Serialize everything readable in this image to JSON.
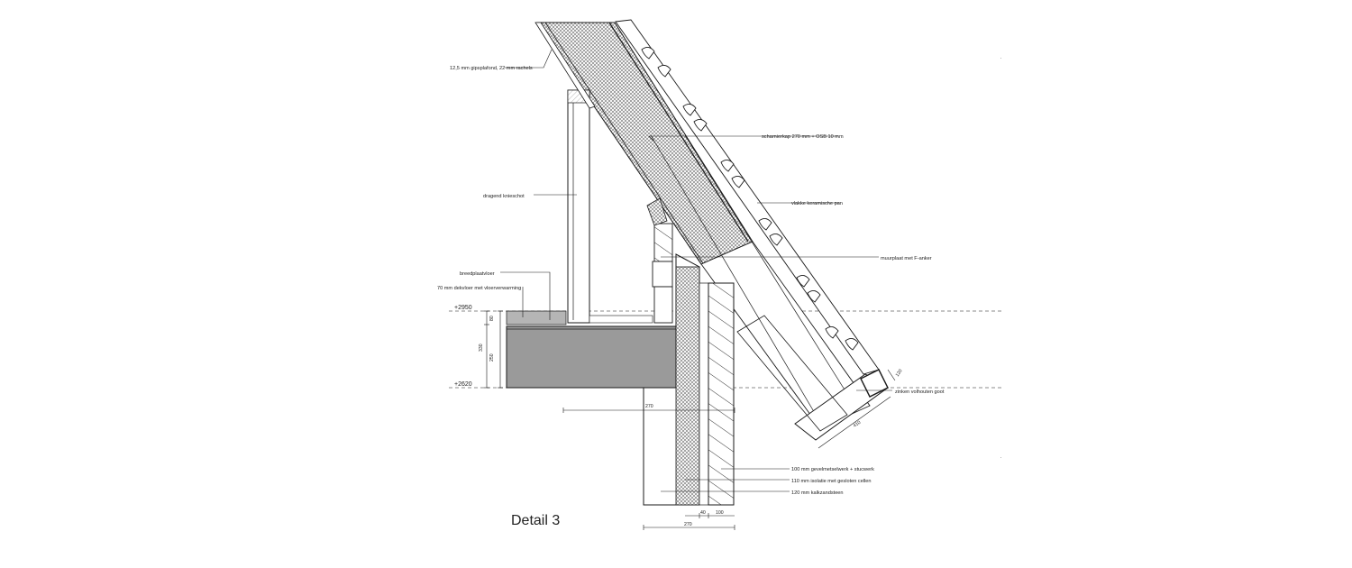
{
  "caption": "Detail 3",
  "labels": {
    "ceiling": "12,5 mm gipsplafond, 22 mm rachels",
    "roof_element": "scharnierkap 270 mm + OSB 10 mm",
    "knee_wall": "dragend knieschot",
    "roof_tile": "vlakke keramische pan",
    "wall_plate": "muurplaat met F-anker",
    "floor_slab": "breedplaatvloer",
    "screed": "70 mm dekvloer met vloerverwarming",
    "gutter": "zinken volhouten goot",
    "facade_brick": "100 mm gevelmetselwerk + stucwerk",
    "insulation": "110 mm isolatie met gesloten cellen",
    "sand_lime": "120 mm kalkzandsteen"
  },
  "levels": {
    "upper": "+2950",
    "lower": "+2620"
  },
  "dimensions": {
    "d80": "80",
    "d330": "330",
    "d250": "250",
    "d270_top": "270",
    "d40": "40",
    "d100": "100",
    "d270_bottom": "270",
    "d120": "120",
    "d410": "410"
  },
  "colors": {
    "line": "#1a1a1a",
    "slab_fill": "#9a9a9a",
    "screed_fill": "#b5b5b5",
    "hatch": "#555555",
    "datum": "#666666"
  }
}
